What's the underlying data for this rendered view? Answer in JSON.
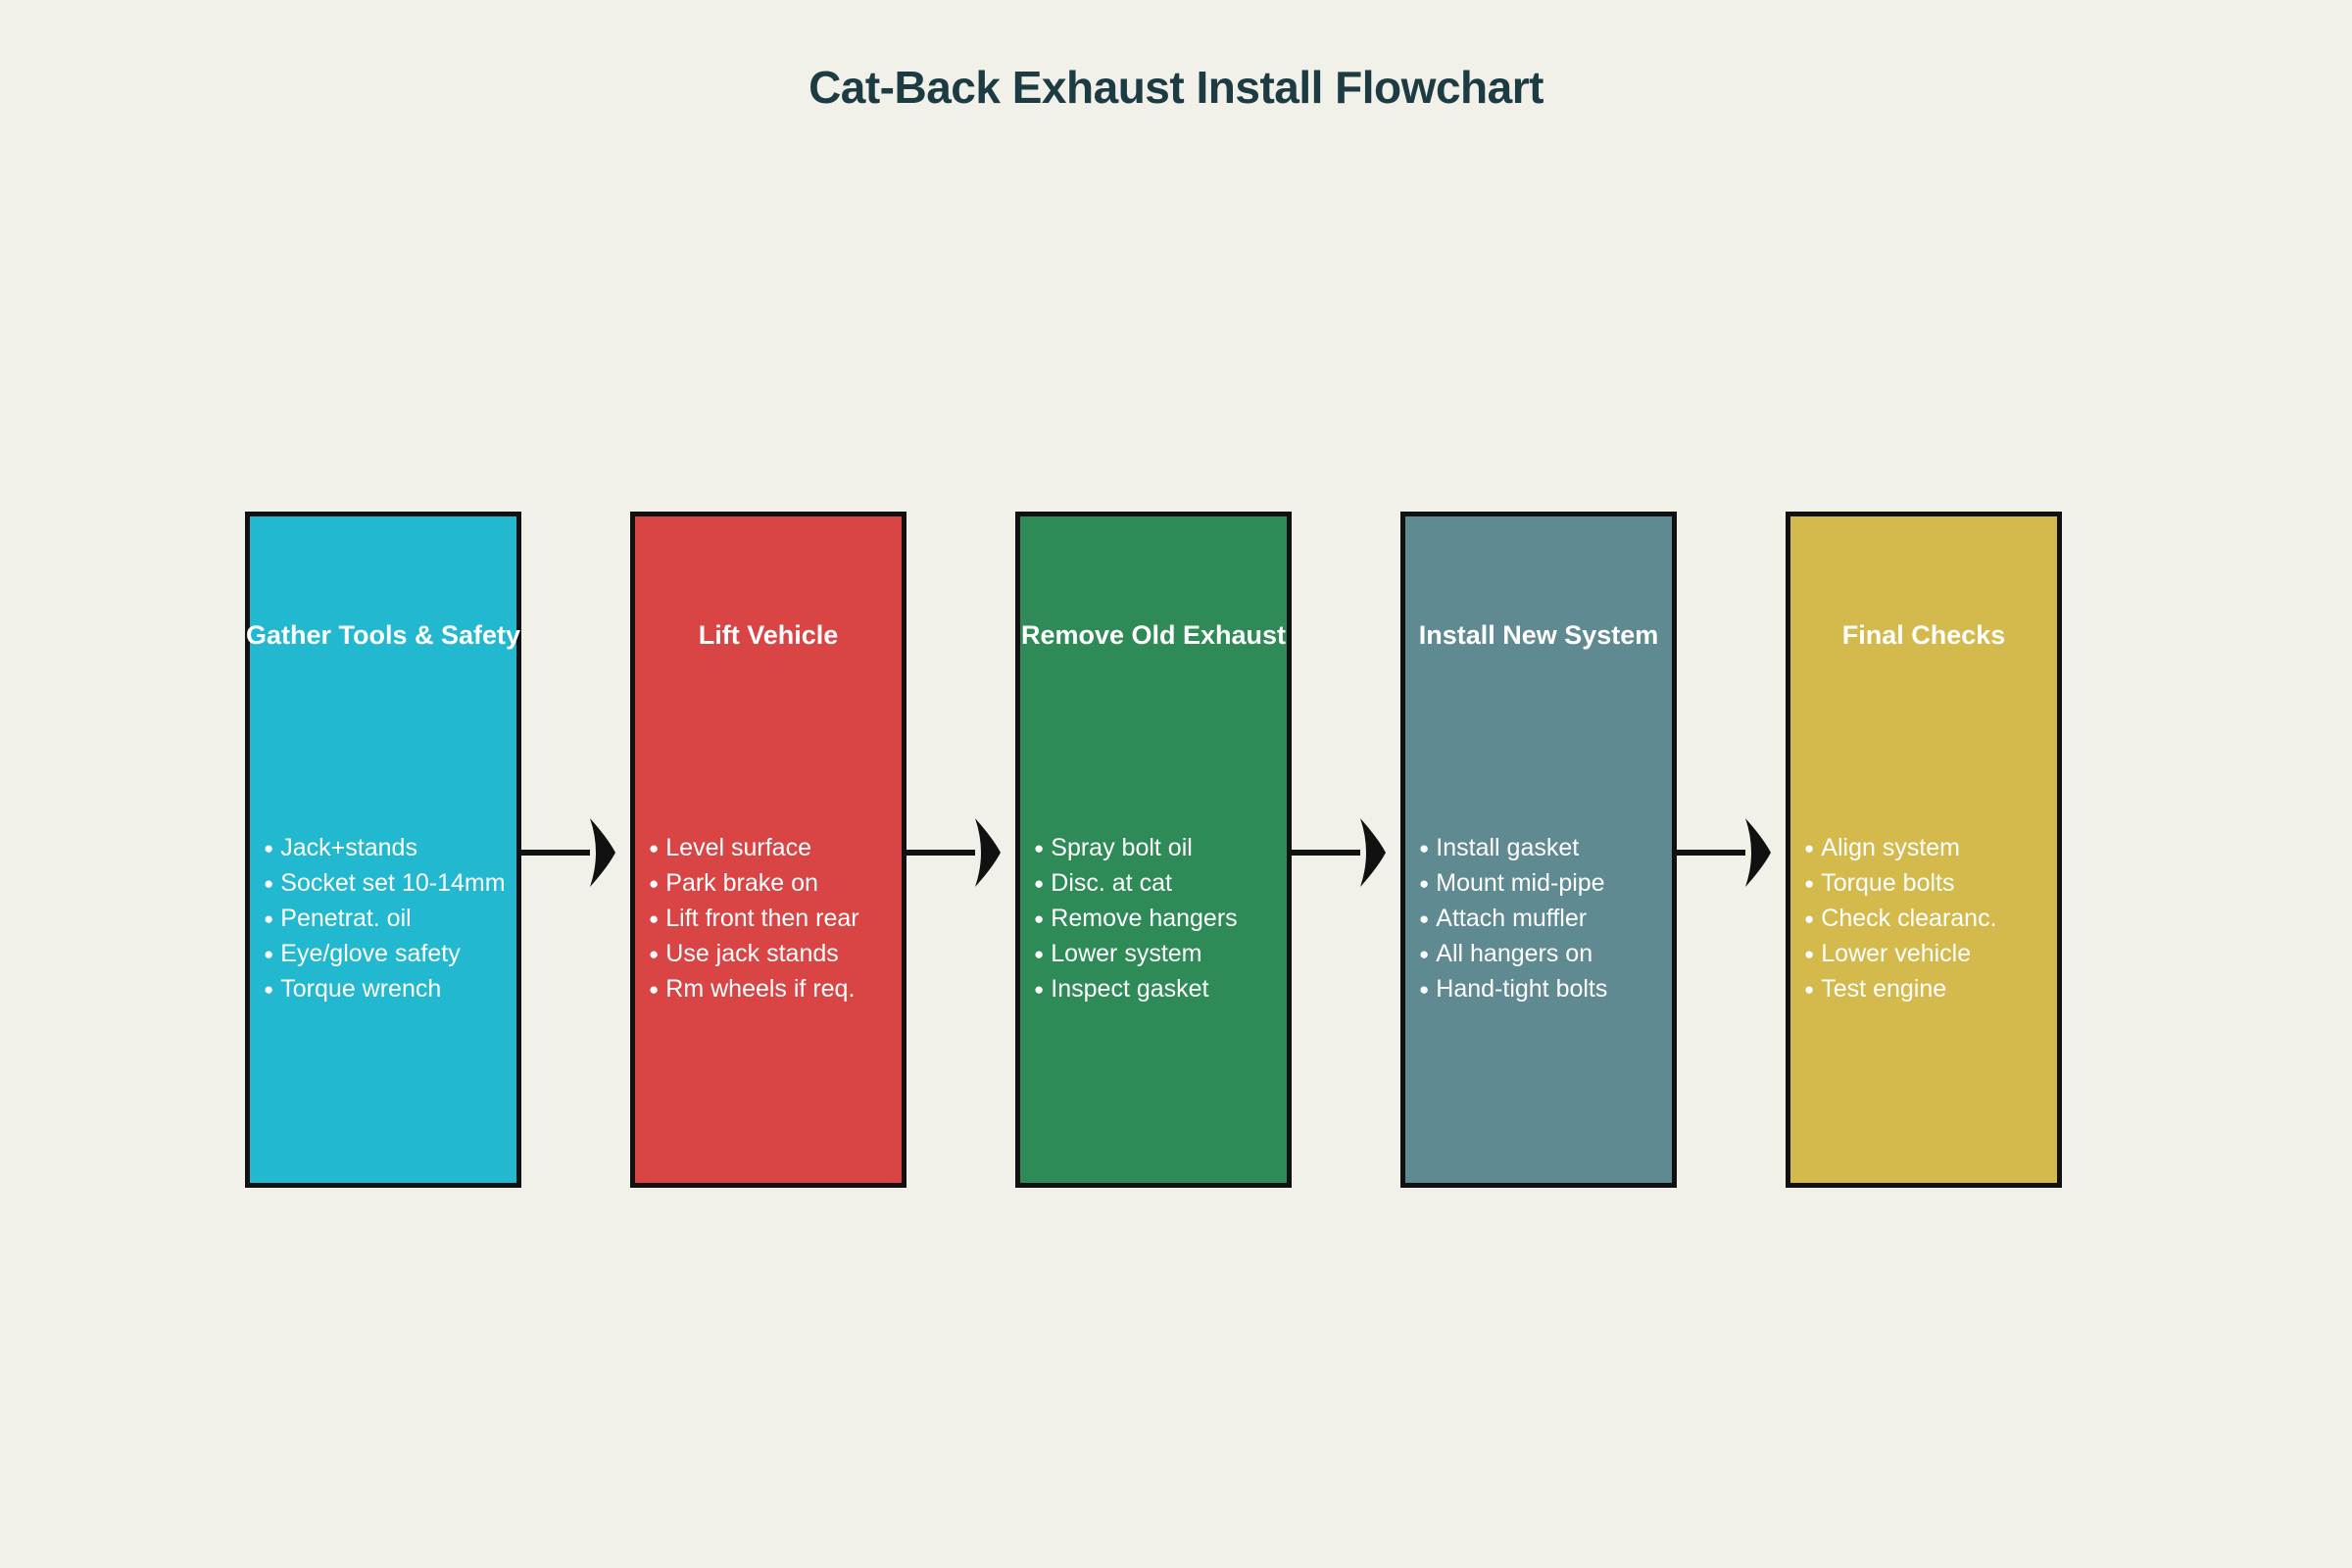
{
  "title": "Cat-Back Exhaust Install Flowchart",
  "background_color": "#f1f1ea",
  "title_color": "#1d3b42",
  "outline_color": "#111111",
  "arrow_color": "#111111",
  "label_color": "#ffffff",
  "chart_data": {
    "type": "diagram",
    "diagram_type": "horizontal-flowchart",
    "title": "Cat-Back Exhaust Install Flowchart",
    "orientation": "left-to-right",
    "node_count": 5,
    "connector_count": 4,
    "connector_style": "line-with-concave-arrowhead",
    "nodes": [
      {
        "id": "stage-1",
        "header": "Gather Tools & Safety",
        "color": "#22b8d0",
        "items": [
          "Jack+stands",
          "Socket set 10-14mm",
          "Penetrat. oil",
          "Eye/glove safety",
          "Torque wrench"
        ]
      },
      {
        "id": "stage-2",
        "header": "Lift Vehicle",
        "color": "#d94444",
        "items": [
          "Level surface",
          "Park brake on",
          "Lift front then rear",
          "Use jack stands",
          "Rm wheels if req."
        ]
      },
      {
        "id": "stage-3",
        "header": "Remove Old Exhaust",
        "color": "#2e8b57",
        "items": [
          "Spray bolt oil",
          "Disc. at cat",
          "Remove hangers",
          "Lower system",
          "Inspect gasket"
        ]
      },
      {
        "id": "stage-4",
        "header": "Install New System",
        "color": "#5f8a91",
        "items": [
          "Install gasket",
          "Mount mid-pipe",
          "Attach muffler",
          "All hangers on",
          "Hand-tight bolts"
        ]
      },
      {
        "id": "stage-5",
        "header": "Final Checks",
        "color": "#d4ba4d",
        "items": [
          "Align system",
          "Torque bolts",
          "Check clearanc.",
          "Lower vehicle",
          "Test engine"
        ]
      }
    ],
    "edges": [
      {
        "from": "stage-1",
        "to": "stage-2"
      },
      {
        "from": "stage-2",
        "to": "stage-3"
      },
      {
        "from": "stage-3",
        "to": "stage-4"
      },
      {
        "from": "stage-4",
        "to": "stage-5"
      }
    ]
  }
}
